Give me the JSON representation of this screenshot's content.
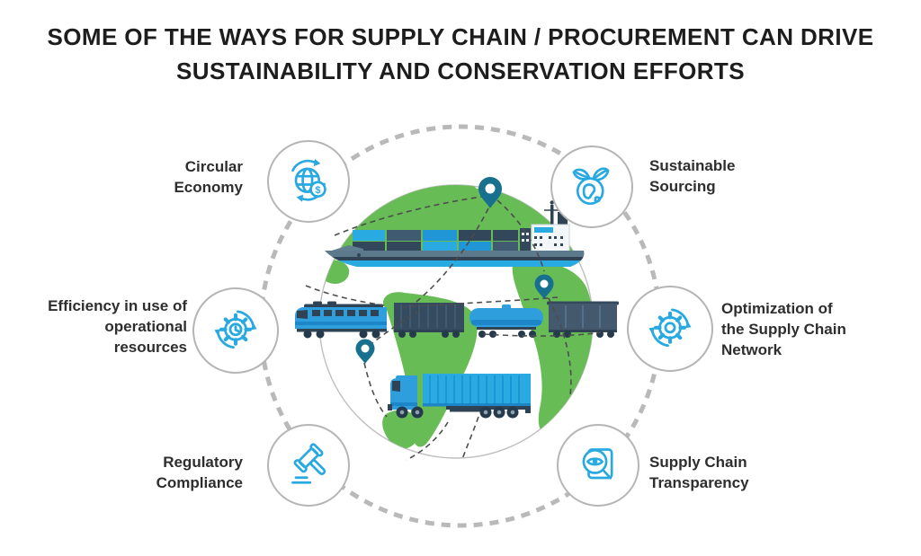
{
  "title": {
    "line1": "SOME OF THE WAYS FOR SUPPLY CHAIN / PROCUREMENT CAN DRIVE",
    "line2": "SUSTAINABILITY AND CONSERVATION EFFORTS"
  },
  "items": [
    {
      "id": "circular-economy",
      "label": "Circular\nEconomy",
      "icon": "circular-economy-globe-dollar-icon",
      "position": "top-left"
    },
    {
      "id": "sustainable-sourcing",
      "label": "Sustainable\nSourcing",
      "icon": "globe-leaves-icon",
      "position": "top-right"
    },
    {
      "id": "efficiency-operational-resources",
      "label": "Efficiency in use of\noperational\nresources",
      "icon": "gear-clock-arrows-icon",
      "position": "middle-left"
    },
    {
      "id": "supply-chain-network-optimization",
      "label": "Optimization of\nthe Supply Chain\nNetwork",
      "icon": "gear-sync-arrows-icon",
      "position": "middle-right"
    },
    {
      "id": "regulatory-compliance",
      "label": "Regulatory\nCompliance",
      "icon": "gavel-icon",
      "position": "bottom-left"
    },
    {
      "id": "supply-chain-transparency",
      "label": "Supply Chain\nTransparency",
      "icon": "magnifier-eye-document-icon",
      "position": "bottom-right"
    }
  ],
  "icon_glyphs": {
    "dollar": "$"
  },
  "illustration": {
    "description": "Globe with cargo container ship, freight train and container truck connected by dashed routes and location pins, surrounded by a dashed circle",
    "elements": [
      "dashed-orbit-circle",
      "globe",
      "continents",
      "cargo-ship",
      "freight-train",
      "container-truck",
      "location-pins",
      "dashed-routes"
    ]
  },
  "colors": {
    "accent_blue": "#29a9e1",
    "vehicle_blue": "#2e9fdc",
    "dark_navy": "#33475a",
    "hull_slate": "#5d7a8c",
    "boxcar_gray": "#44596e",
    "continent_green": "#67bc55",
    "pin_teal": "#17708d",
    "circle_gray": "#b5b5b5",
    "route_gray": "#4d4d4d",
    "text_dark": "#2e2e2e"
  }
}
